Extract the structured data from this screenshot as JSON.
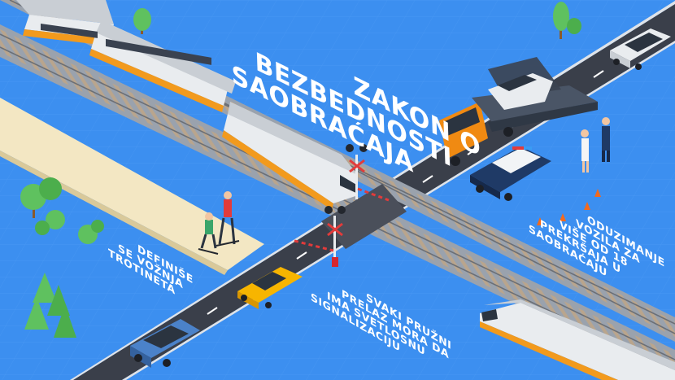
{
  "title": {
    "line1": "ZAKON O",
    "line2": "BEZBEDNOSTI",
    "line3": "SAOBRAĆAJA"
  },
  "captions": {
    "scooters": [
      "DEFINIŠE",
      "SE VOŽNJA",
      "TROTINETA"
    ],
    "crossing": [
      "SVAKI PRUŽNI",
      "PRELAZ MORA DA",
      "IMA SVETLOSNU",
      "SIGNALIZACIJU"
    ],
    "vehicles": [
      "ODUZIMANJE",
      "VOZILA ZA",
      "VIŠE OD 18",
      "PREKRŠAJA U",
      "SAOBRAĆAJU"
    ]
  },
  "colors": {
    "background": "#3c8ff0",
    "road": "#3a3f4a",
    "track_gravel": "#9aa2ad",
    "sidewalk": "#f3e7c3",
    "train_body": "#e9ecef",
    "train_stripe": "#f29a1d",
    "taxi": "#f7b500",
    "suv": "#4b82c9",
    "tow_truck": "#f08a12"
  }
}
